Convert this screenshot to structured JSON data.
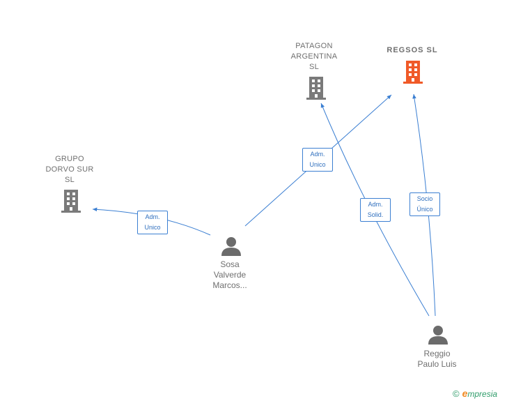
{
  "colors": {
    "edge": "#3b7fd2",
    "company_icon": "#7a7a7a",
    "highlight_icon": "#f05a28",
    "person_icon": "#6b6b6b"
  },
  "nodes": {
    "grupo_dorvo": {
      "label": "GRUPO\nDORVO SUR\nSL",
      "icon": "building-icon"
    },
    "patagon": {
      "label": "PATAGON\nARGENTINA\nSL",
      "icon": "building-icon"
    },
    "regsos": {
      "label": "REGSOS  SL",
      "icon": "building-icon"
    },
    "sosa": {
      "label": "Sosa\nValverde\nMarcos...",
      "icon": "person-icon"
    },
    "reggio": {
      "label": "Reggio\nPaulo Luis",
      "icon": "person-icon"
    }
  },
  "edges": {
    "sosa_grupo": {
      "label": "Adm.\nUnico"
    },
    "sosa_regsos": {
      "label": "Adm.\nUnico"
    },
    "reggio_patagon": {
      "label": "Adm.\nSolid."
    },
    "reggio_regsos": {
      "label": "Socio\nÚnico"
    }
  },
  "brand": {
    "copyright": "©",
    "initial": "e",
    "name": "mpresia"
  }
}
